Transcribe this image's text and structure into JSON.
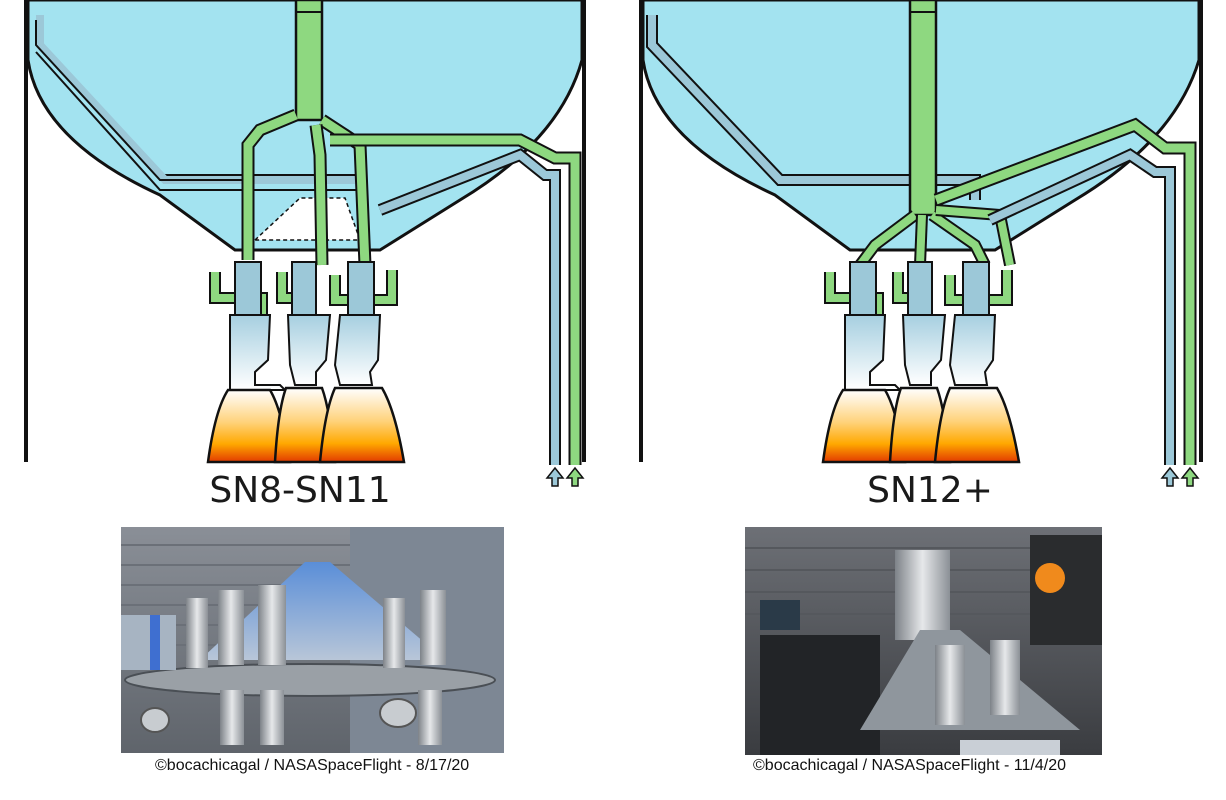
{
  "panels": [
    {
      "title": "SN8-SN11",
      "photo_credit": "©bocachicagal / NASASpaceFlight - 8/17/20"
    },
    {
      "title": "SN12+",
      "photo_credit": "©bocachicagal / NASASpaceFlight - 11/4/20"
    }
  ],
  "colors": {
    "tank_fill": "#a3e3f0",
    "oxidizer_pipe": "#9cc8d8",
    "fuel_pipe": "#8ed880",
    "outline": "#111111",
    "flame_top": "#ffffff",
    "flame_mid": "#ffb000",
    "flame_bottom": "#e23a00"
  }
}
